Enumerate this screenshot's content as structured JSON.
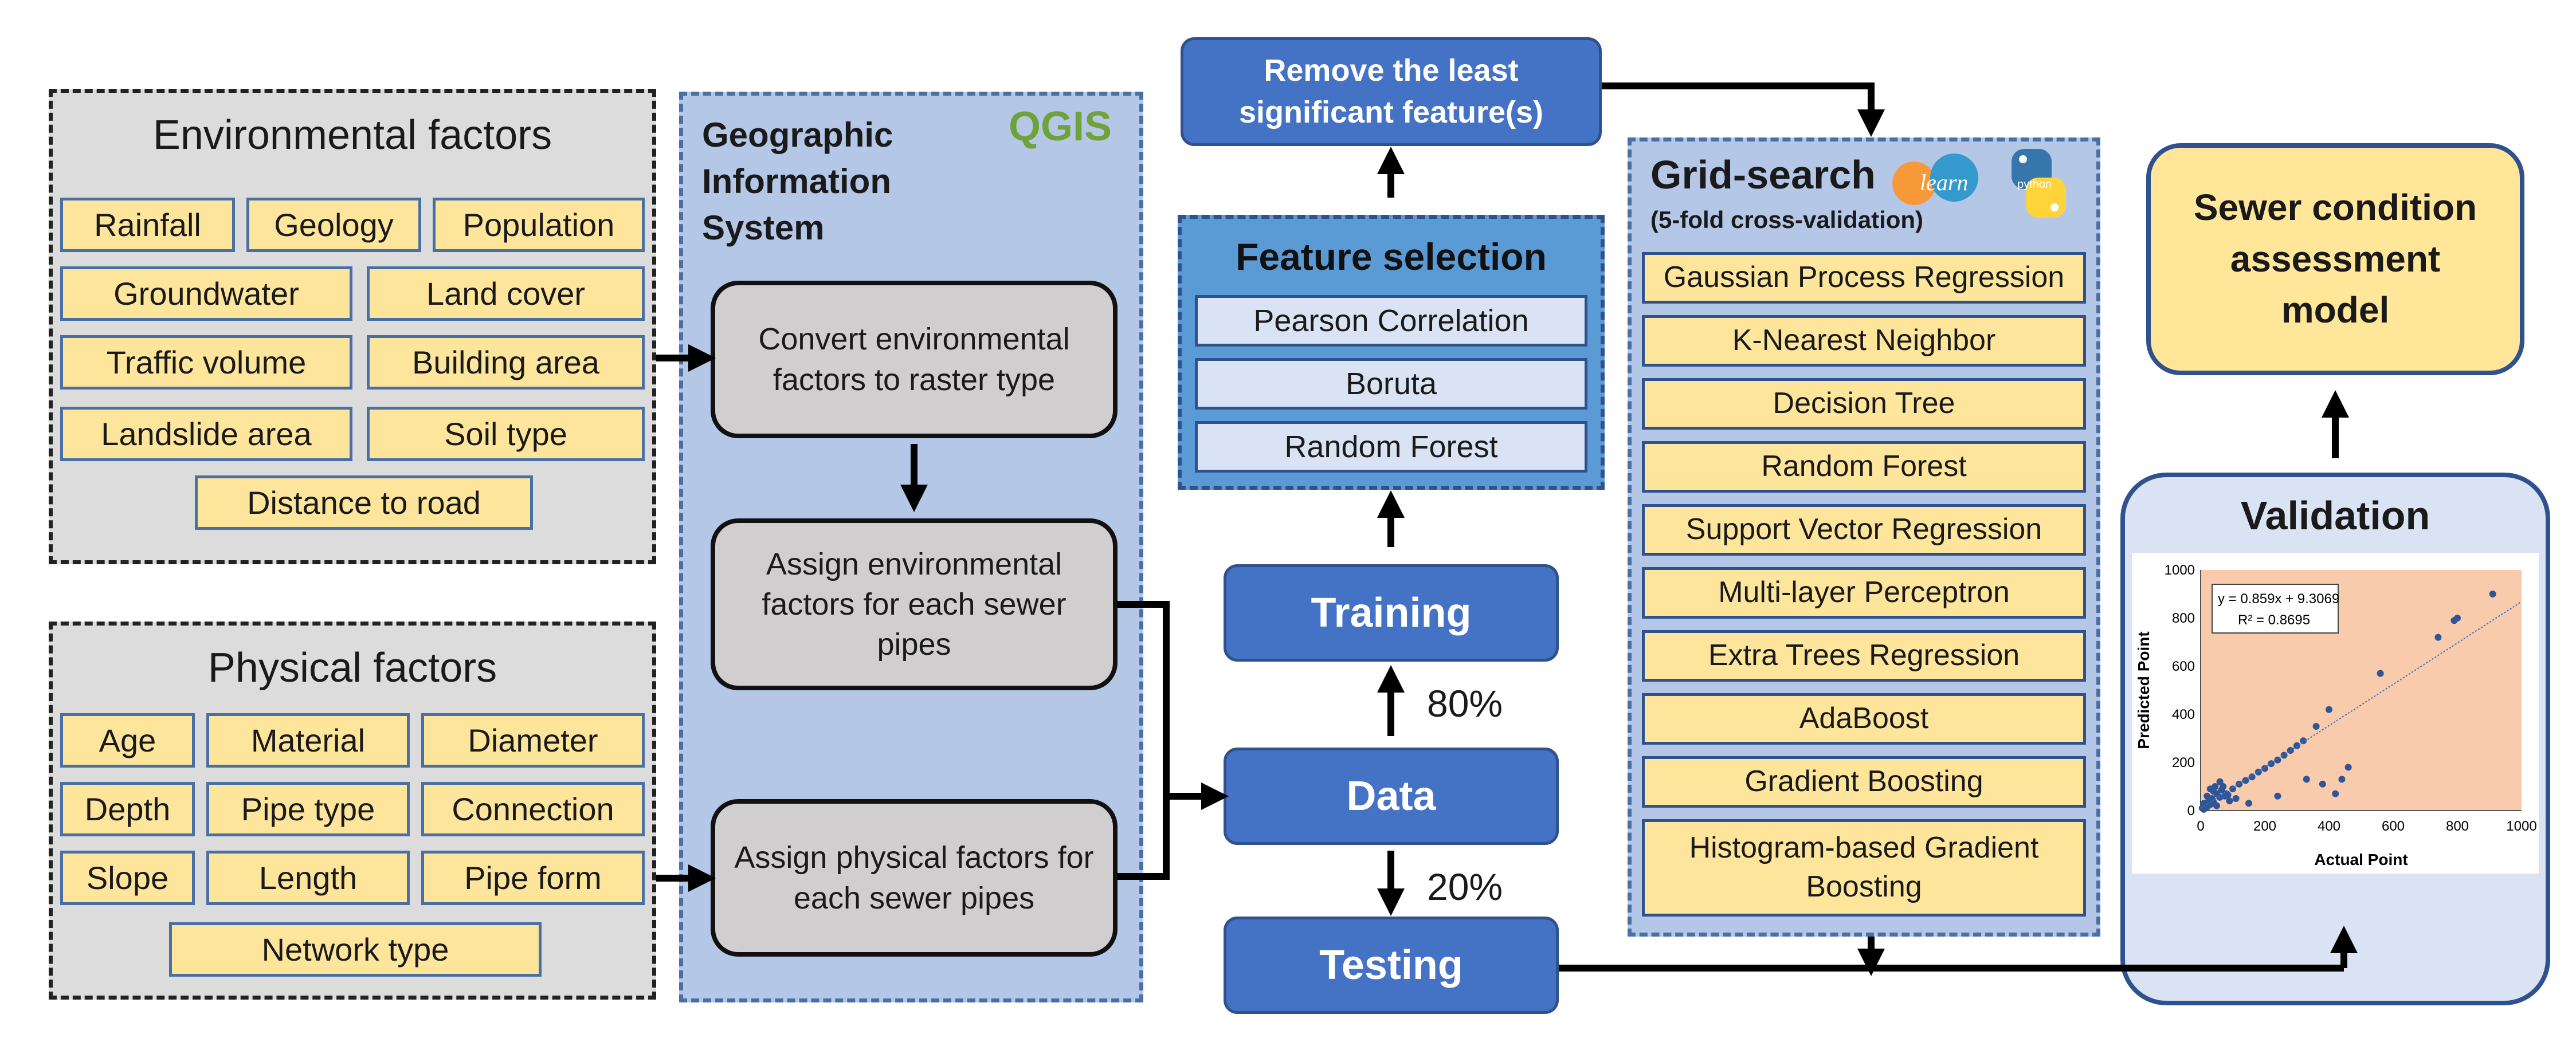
{
  "environmental": {
    "title": "Environmental factors",
    "items": [
      "Rainfall",
      "Geology",
      "Population",
      "Groundwater",
      "Land cover",
      "Traffic volume",
      "Building area",
      "Landslide area",
      "Soil type",
      "Distance to road"
    ]
  },
  "physical": {
    "title": "Physical factors",
    "items": [
      "Age",
      "Material",
      "Diameter",
      "Depth",
      "Pipe type",
      "Connection",
      "Slope",
      "Length",
      "Pipe form",
      "Network type"
    ]
  },
  "gis": {
    "title": "Geographic Information System",
    "logo": "QGIS",
    "steps": [
      "Convert environmental factors to raster type",
      "Assign environmental factors for each sewer pipes",
      "Assign physical factors for each sewer pipes"
    ]
  },
  "remove_feature": "Remove the least significant feature(s)",
  "feature_selection": {
    "title": "Feature selection",
    "items": [
      "Pearson Correlation",
      "Boruta",
      "Random Forest"
    ]
  },
  "training": "Training",
  "data": "Data",
  "testing": "Testing",
  "split": {
    "train": "80%",
    "test": "20%"
  },
  "grid_search": {
    "title": "Grid-search",
    "subtitle": "(5-fold cross-validation)",
    "logo_text": "learn",
    "python_logo_text": "python",
    "models": [
      "Gaussian Process Regression",
      "K-Nearest Neighbor",
      "Decision Tree",
      "Random Forest",
      "Support Vector Regression",
      "Multi-layer Perceptron",
      "Extra Trees Regression",
      "AdaBoost",
      "Gradient Boosting",
      "Histogram-based Gradient Boosting"
    ]
  },
  "model_output": "Sewer condition assessment model",
  "validation": {
    "title": "Validation",
    "colors": {
      "plot_bg": "#f8cbad",
      "points": "#2f5597"
    }
  },
  "chart_data": {
    "type": "scatter",
    "xlabel": "Actual Point",
    "ylabel": "Predicted Point",
    "xlim": [
      0,
      1000
    ],
    "ylim": [
      0,
      1000
    ],
    "xticks": [
      0,
      200,
      400,
      600,
      800,
      1000
    ],
    "yticks": [
      0,
      200,
      400,
      600,
      800,
      1000
    ],
    "equation": "y = 0.859x + 9.3069",
    "r2": "R² = 0.8695",
    "trendline": {
      "slope": 0.859,
      "intercept": 9.3069
    },
    "points": [
      [
        5,
        10
      ],
      [
        10,
        30
      ],
      [
        15,
        20
      ],
      [
        20,
        60
      ],
      [
        25,
        40
      ],
      [
        30,
        90
      ],
      [
        35,
        50
      ],
      [
        40,
        80
      ],
      [
        45,
        100
      ],
      [
        50,
        70
      ],
      [
        10,
        5
      ],
      [
        20,
        15
      ],
      [
        30,
        25
      ],
      [
        40,
        35
      ],
      [
        60,
        55
      ],
      [
        80,
        70
      ],
      [
        100,
        90
      ],
      [
        120,
        110
      ],
      [
        140,
        125
      ],
      [
        160,
        140
      ],
      [
        180,
        160
      ],
      [
        200,
        175
      ],
      [
        220,
        195
      ],
      [
        240,
        210
      ],
      [
        260,
        230
      ],
      [
        280,
        250
      ],
      [
        300,
        270
      ],
      [
        320,
        290
      ],
      [
        60,
        120
      ],
      [
        70,
        100
      ],
      [
        90,
        40
      ],
      [
        110,
        50
      ],
      [
        240,
        60
      ],
      [
        330,
        130
      ],
      [
        360,
        350
      ],
      [
        400,
        420
      ],
      [
        380,
        110
      ],
      [
        420,
        70
      ],
      [
        440,
        130
      ],
      [
        460,
        180
      ],
      [
        560,
        570
      ],
      [
        740,
        720
      ],
      [
        790,
        790
      ],
      [
        800,
        800
      ],
      [
        910,
        900
      ],
      [
        150,
        30
      ],
      [
        50,
        20
      ],
      [
        65,
        85
      ],
      [
        75,
        60
      ],
      [
        85,
        65
      ]
    ]
  }
}
